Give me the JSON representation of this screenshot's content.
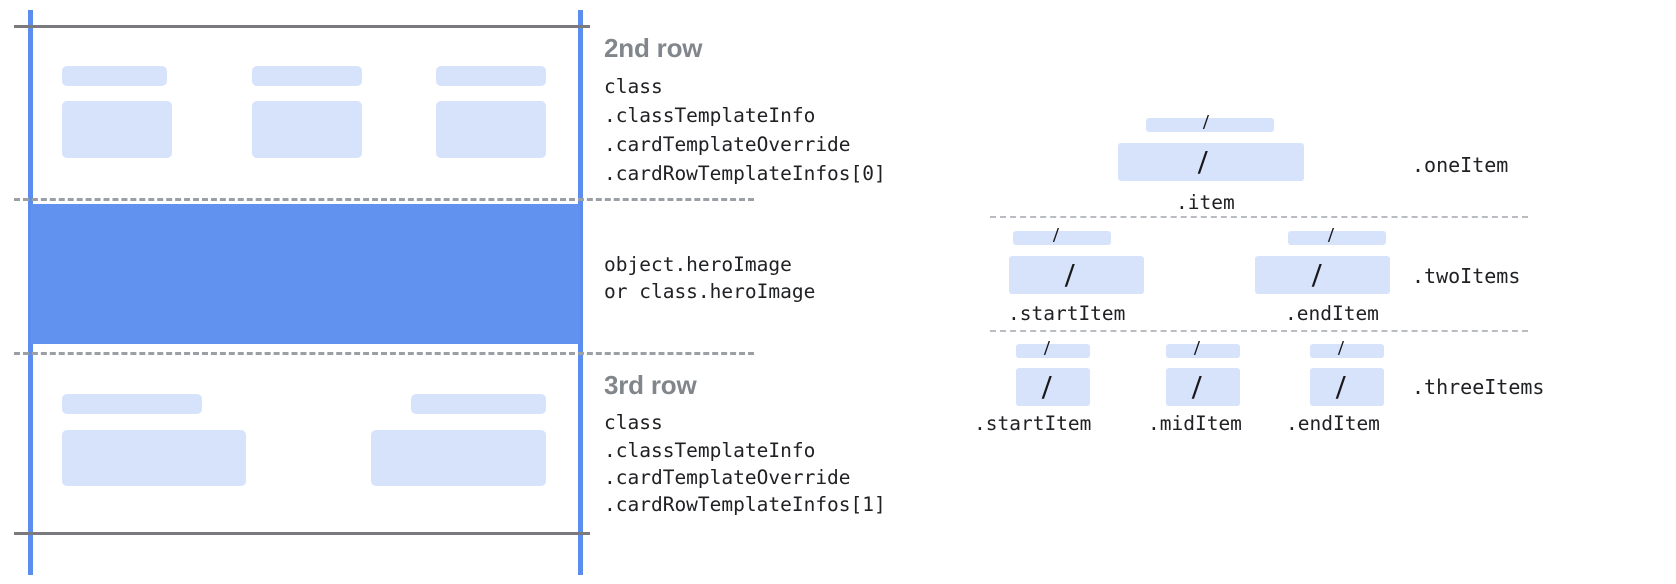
{
  "diagram": {
    "title_hidden": "",
    "colors": {
      "chip": "#d7e2fb",
      "hero": "#6292ef",
      "guide_blue": "#5b8def",
      "rule_gray": "#79797f",
      "dash_gray": "#9aa0a6",
      "heading_gray": "#80868b",
      "text": "#202124"
    }
  },
  "card": {
    "rows": [
      {
        "heading": "2nd row",
        "lines": [
          "class",
          ".classTemplateInfo",
          ".cardTemplateOverride",
          ".cardRowTemplateInfos[0]"
        ],
        "cells": 3
      },
      {
        "heading": "",
        "lines": [
          "object.heroImage",
          "or class.heroImage"
        ],
        "cells": 0
      },
      {
        "heading": "3rd row",
        "lines": [
          "class",
          ".classTemplateInfo",
          ".cardTemplateOverride",
          ".cardRowTemplateInfos[1]"
        ],
        "cells": 2
      }
    ]
  },
  "layouts": [
    {
      "group_label": ".oneItem",
      "items": [
        {
          "caption": ".item",
          "glyph": "/"
        }
      ]
    },
    {
      "group_label": ".twoItems",
      "items": [
        {
          "caption": ".startItem",
          "glyph": "/"
        },
        {
          "caption": ".endItem",
          "glyph": "/"
        }
      ]
    },
    {
      "group_label": ".threeItems",
      "items": [
        {
          "caption": ".startItem",
          "glyph": "/"
        },
        {
          "caption": ".midItem",
          "glyph": "/"
        },
        {
          "caption": ".endItem",
          "glyph": "/"
        }
      ]
    }
  ]
}
